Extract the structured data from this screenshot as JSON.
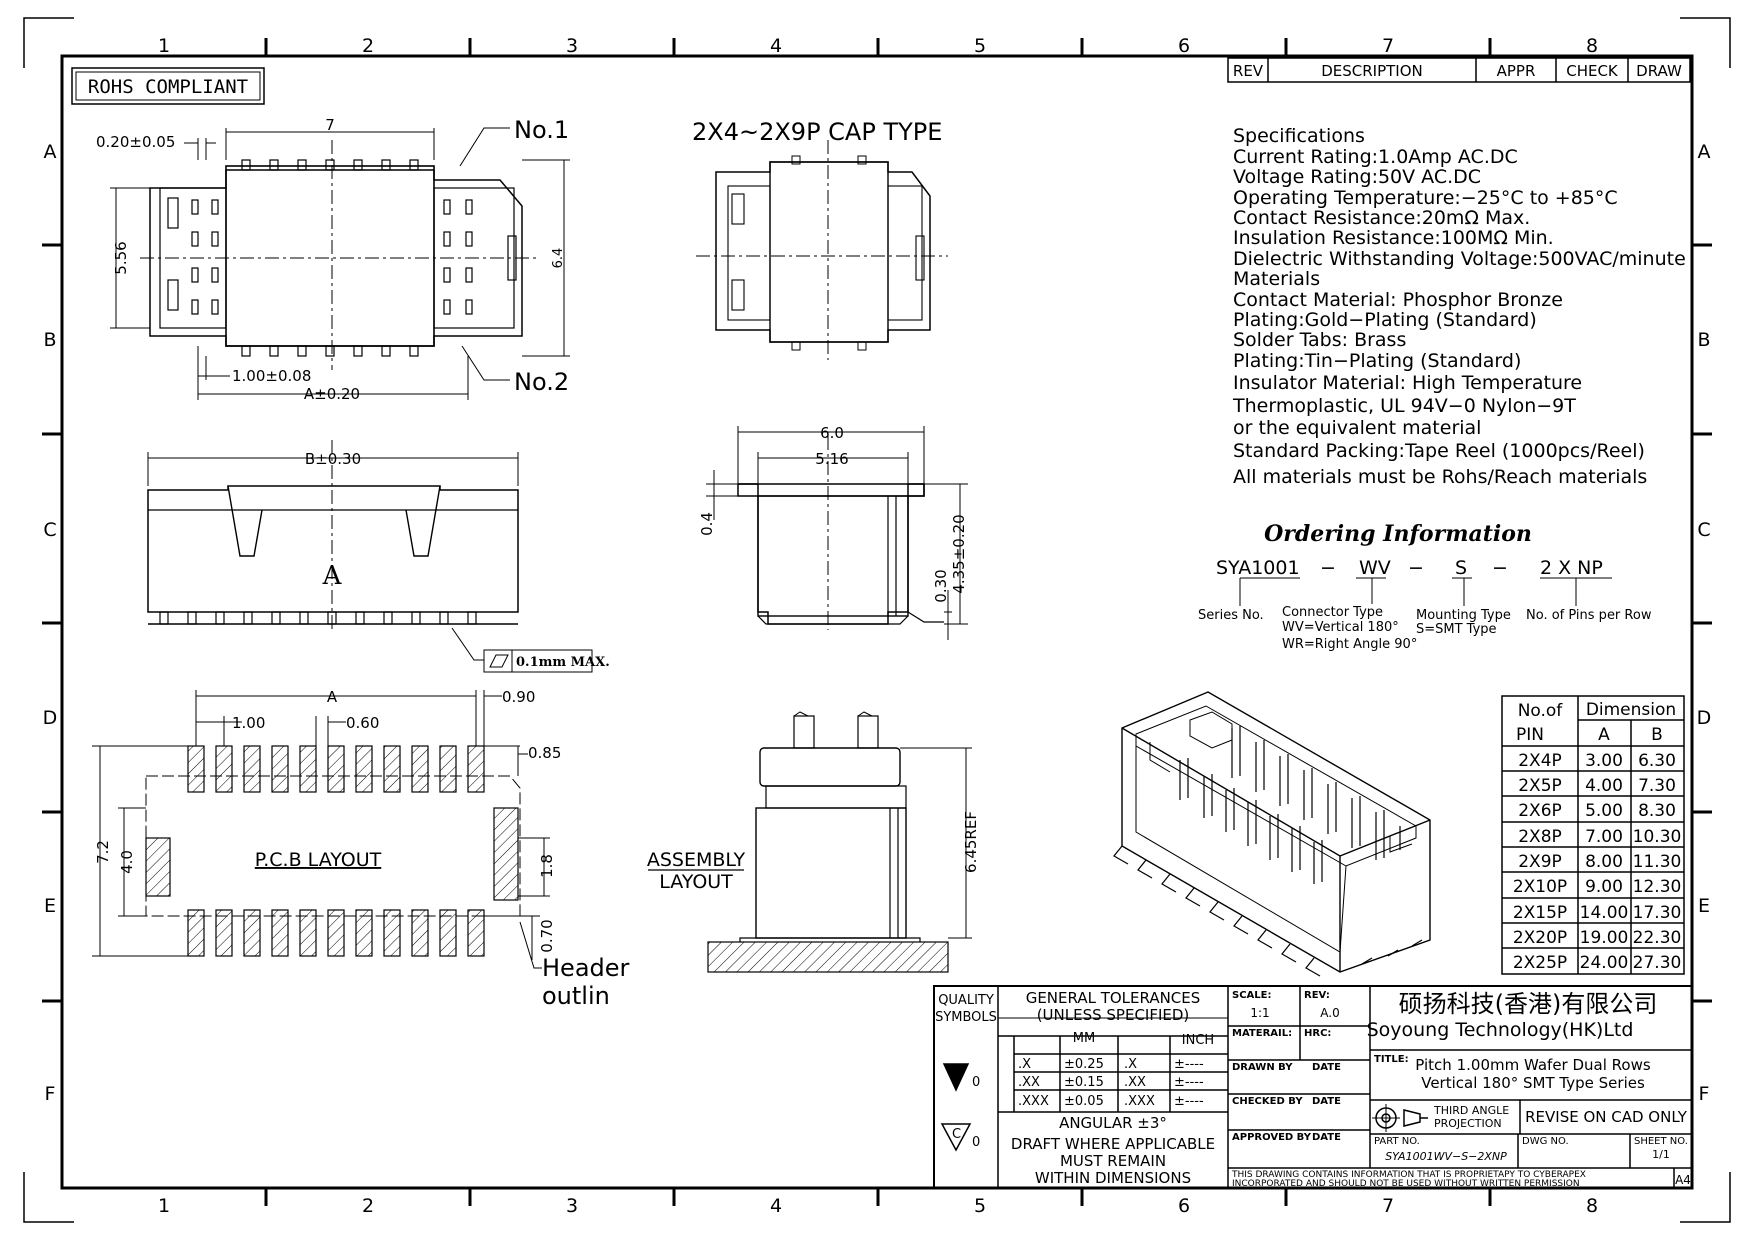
{
  "frame": {
    "col_labels": [
      "1",
      "2",
      "3",
      "4",
      "5",
      "6",
      "7",
      "8"
    ],
    "row_labels": [
      "A",
      "B",
      "C",
      "D",
      "E",
      "F"
    ]
  },
  "rohs": "ROHS COMPLIANT",
  "rev_table": {
    "rev": "REV",
    "description": "DESCRIPTION",
    "appr": "APPR",
    "check": "CHECK",
    "draw": "DRAW"
  },
  "views": {
    "top": {
      "d_020": "0.20±0.05",
      "d_7": "7",
      "no1": "No.1",
      "no2": "No.2",
      "d_556": "5.56",
      "d_64": "6.4",
      "d_100": "1.00±0.08",
      "d_A": "A±0.20"
    },
    "cap_title": "2X4~2X9P CAP TYPE",
    "front": {
      "d_B": "B±0.30",
      "label_A": "A",
      "flat": "0.1mm MAX."
    },
    "side": {
      "d_60": "6.0",
      "d_516": "5.16",
      "d_04": "0.4",
      "d_030": "0.30",
      "d_435": "4.35±0.20"
    },
    "pcb": {
      "d_A": "A",
      "d_100": "1.00",
      "d_060": "0.60",
      "d_090": "0.90",
      "d_085": "0.85",
      "d_72": "7.2",
      "d_40": "4.0",
      "d_18": "1.8",
      "d_070": "0.70",
      "label": "P.C.B LAYOUT",
      "header1": "Header",
      "header2": "outlin"
    },
    "assembly": {
      "label1": "ASSEMBLY",
      "label2": "LAYOUT",
      "d_645": "6.45REF"
    }
  },
  "specifications": [
    "Specifications",
    "Current Rating:1.0Amp AC.DC",
    "Voltage Rating:50V AC.DC",
    "Operating Temperature:−25°C to +85°C",
    "Contact Resistance:20mΩ Max.",
    "Insulation Resistance:100MΩ Min.",
    "Dielectric Withstanding Voltage:500VAC/minute",
    "Materials",
    "Contact Material: Phosphor Bronze",
    "Plating:Gold−Plating (Standard)",
    "Solder Tabs: Brass",
    "Plating:Tin−Plating (Standard)",
    "Insulator Material: High Temperature",
    "Thermoplastic, UL 94V−0 Nylon−9T",
    "or the equivalent material",
    "Standard Packing:Tape Reel (1000pcs/Reel)",
    "All materials must be Rohs/Reach materials"
  ],
  "ordering": {
    "title": "Ordering Information",
    "part": {
      "p1": "SYA1001",
      "dash1": "−",
      "p2": "WV",
      "dash2": "−",
      "p3": "S",
      "dash3": "−",
      "p4": "2 X NP"
    },
    "series": "Series No.",
    "conn1": "Connector Type",
    "conn2": "WV=Vertical 180°",
    "conn3": "WR=Right Angle 90°",
    "mount1": "Mounting Type",
    "mount2": "S=SMT Type",
    "pins": "No. of Pins per Row"
  },
  "dim_table": {
    "h_pin1": "No.of",
    "h_pin2": "PIN",
    "h_dim": "Dimension",
    "h_a": "A",
    "h_b": "B",
    "rows": [
      {
        "pin": "2X4P",
        "a": "3.00",
        "b": "6.30"
      },
      {
        "pin": "2X5P",
        "a": "4.00",
        "b": "7.30"
      },
      {
        "pin": "2X6P",
        "a": "5.00",
        "b": "8.30"
      },
      {
        "pin": "2X8P",
        "a": "7.00",
        "b": "10.30"
      },
      {
        "pin": "2X9P",
        "a": "8.00",
        "b": "11.30"
      },
      {
        "pin": "2X10P",
        "a": "9.00",
        "b": "12.30"
      },
      {
        "pin": "2X15P",
        "a": "14.00",
        "b": "17.30"
      },
      {
        "pin": "2X20P",
        "a": "19.00",
        "b": "22.30"
      },
      {
        "pin": "2X25P",
        "a": "24.00",
        "b": "27.30"
      }
    ]
  },
  "title_block": {
    "quality1": "QUALITY",
    "quality2": "SYMBOLS",
    "tol1": "GENERAL TOLERANCES",
    "tol2": "(UNLESS SPECIFIED)",
    "mm": "MM",
    "inch": "INCH",
    "tol_rows": [
      {
        "k": ".X",
        "mm": "±0.25",
        "ik": ".X",
        "in": "±----"
      },
      {
        "k": ".XX",
        "mm": "±0.15",
        "ik": ".XX",
        "in": "±----"
      },
      {
        "k": ".XXX",
        "mm": "±0.05",
        "ik": ".XXX",
        "in": "±----"
      }
    ],
    "angular": "ANGULAR ±3°",
    "draft1": "DRAFT WHERE APPLICABLE",
    "draft2": "MUST REMAIN",
    "draft3": "WITHIN DIMENSIONS",
    "sym_zero1": "0",
    "sym_zero2": "0",
    "sym_c": "C",
    "scale_lbl": "SCALE:",
    "scale": "1:1",
    "rev_lbl": "REV:",
    "rev": "A.0",
    "material": "MATERAIL:",
    "hrc": "HRC:",
    "drawn": "DRAWN BY",
    "checked": "CHECKED BY",
    "approved": "APPROVED BY",
    "date": "DATE",
    "company_cn": "硕扬科技(香港)有限公司",
    "company_en": "Soyoung Technology(HK)Ltd",
    "title_lbl": "TITLE:",
    "title1": "Pitch 1.00mm Wafer Dual Rows",
    "title2": "Vertical 180° SMT Type Series",
    "proj1": "THIRD ANGLE",
    "proj2": "PROJECTION",
    "revise": "REVISE ON CAD ONLY",
    "part_lbl": "PART NO.",
    "part_no": "SYA1001WV−S−2XNP",
    "dwg": "DWG NO.",
    "sheet_lbl": "SHEET NO.",
    "sheet": "1/1",
    "prop1": "THIS DRAWING CONTAINS INFORMATION THAT IS PROPRIETAPY TO CYBERAPEX",
    "prop2": "INCORPORATED AND SHOULD NOT BE USED WITHOUT WRITTEN PERMISSION",
    "size": "A4"
  }
}
